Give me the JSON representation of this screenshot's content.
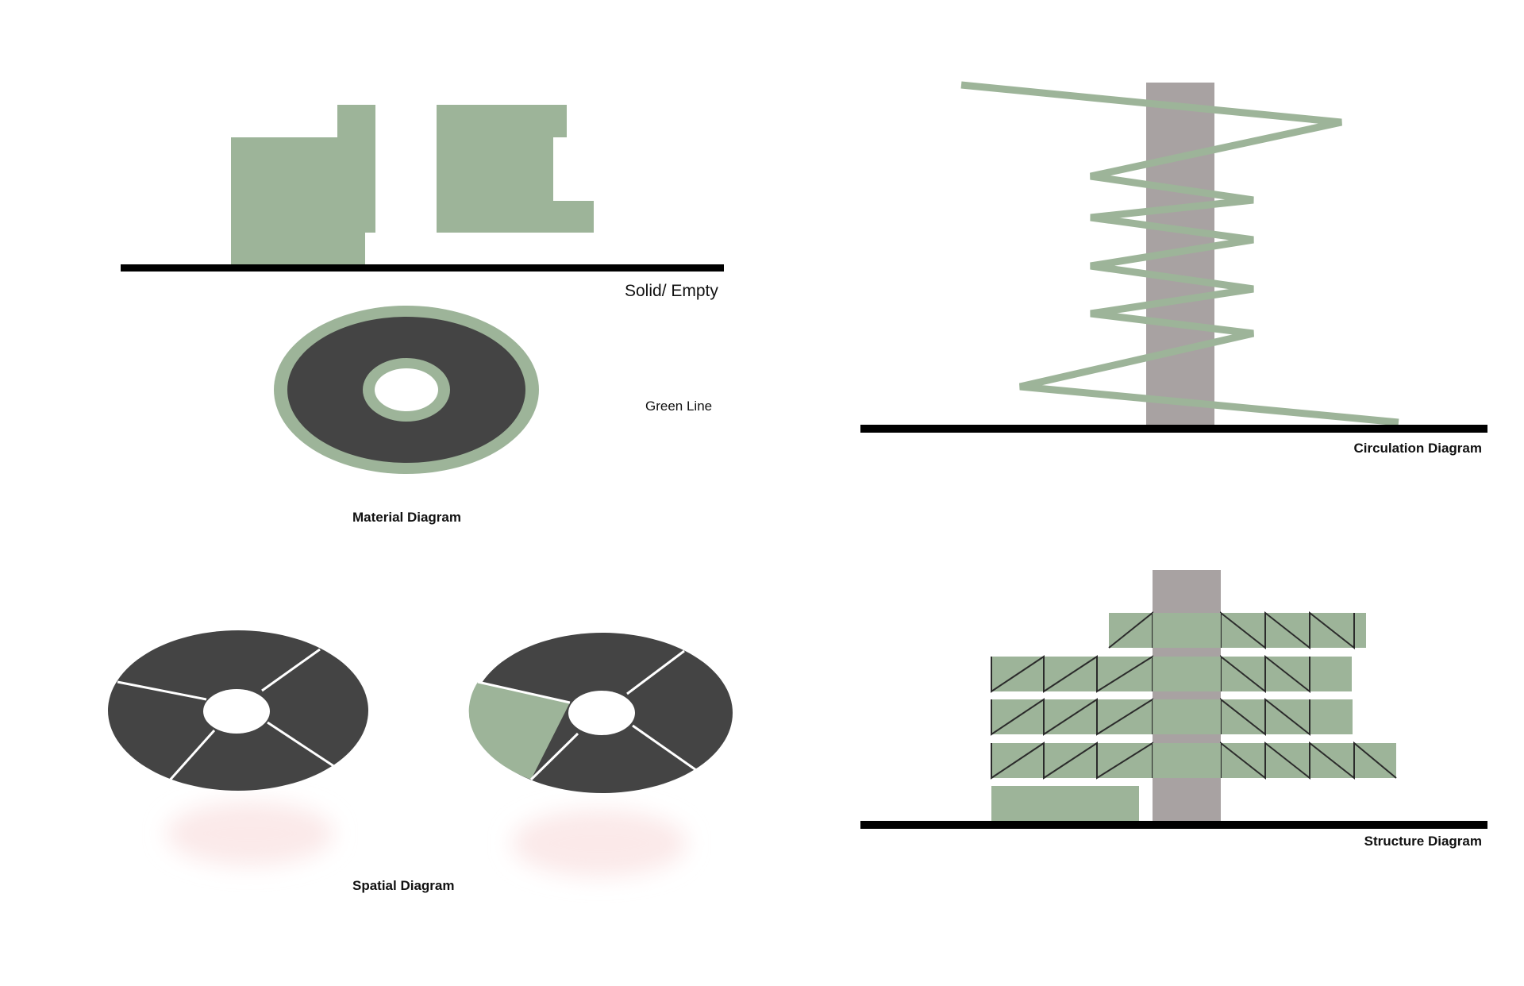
{
  "colors": {
    "green": "#9db499",
    "dark": "#444444",
    "core_gray": "#a8a2a2",
    "ground": "#000000",
    "shadow": "#fbe9e9"
  },
  "labels": {
    "solid_empty": "Solid/ Empty",
    "green_line": "Green Line",
    "material_diagram": "Material Diagram",
    "spatial_diagram": "Spatial Diagram",
    "circulation_diagram": "Circulation Diagram",
    "structure_diagram": "Structure Diagram"
  }
}
